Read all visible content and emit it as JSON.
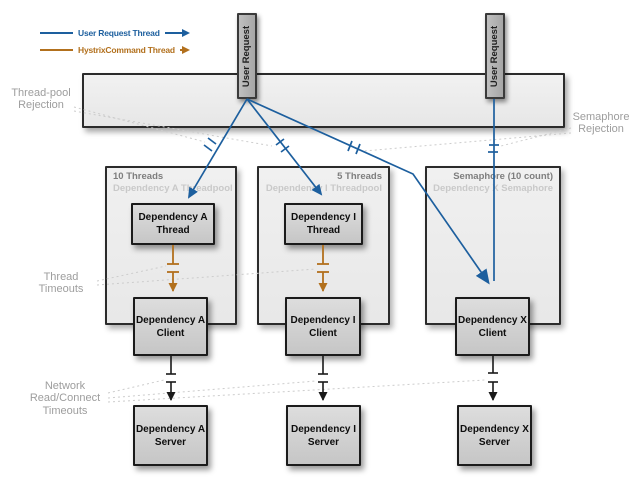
{
  "legend": {
    "items": [
      {
        "label": "User Request Thread",
        "color": "#1d5f9e"
      },
      {
        "label": "HystrixCommand Thread",
        "color": "#b2701d"
      }
    ]
  },
  "user_request_tags": {
    "left": "User Request",
    "right": "User Request"
  },
  "annotations": {
    "thread_pool_rejection": {
      "line1": "Thread-pool",
      "line2": "Rejection"
    },
    "semaphore_rejection": {
      "line1": "Semaphore",
      "line2": "Rejection"
    },
    "thread_timeouts": {
      "line1": "Thread",
      "line2": "Timeouts"
    },
    "network_timeouts": {
      "line1": "Network",
      "line2": "Read/Connect",
      "line3": "Timeouts"
    }
  },
  "panels": {
    "threadpool_a": {
      "title": "10 Threads",
      "subtitle": "Dependency A Threadpool"
    },
    "threadpool_i": {
      "title": "5 Threads",
      "subtitle": "Dependency I Threadpool"
    },
    "semaphore_x": {
      "title": "Semaphore (10 count)",
      "subtitle": "Dependency X Semaphore"
    }
  },
  "nodes": {
    "thread_a": {
      "line1": "Dependency A",
      "line2": "Thread"
    },
    "thread_i": {
      "line1": "Dependency I",
      "line2": "Thread"
    },
    "client_a": {
      "line1": "Dependency A",
      "line2": "Client"
    },
    "client_i": {
      "line1": "Dependency I",
      "line2": "Client"
    },
    "client_x": {
      "line1": "Dependency X",
      "line2": "Client"
    },
    "server_a": {
      "line1": "Dependency A",
      "line2": "Server"
    },
    "server_i": {
      "line1": "Dependency I",
      "line2": "Server"
    },
    "server_x": {
      "line1": "Dependency X",
      "line2": "Server"
    }
  }
}
